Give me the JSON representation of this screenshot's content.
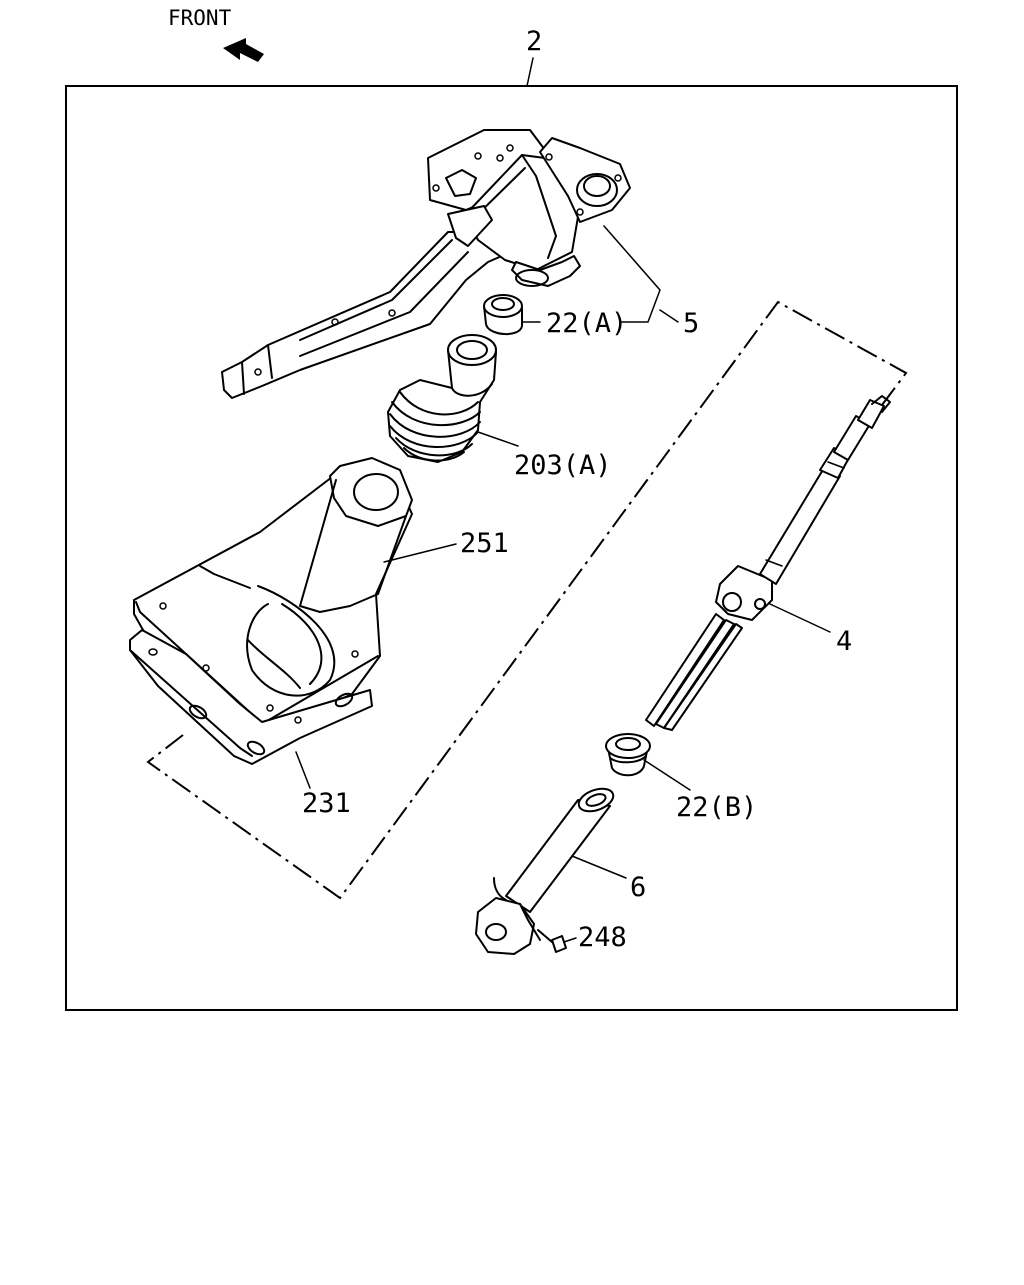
{
  "front_label": "FRONT",
  "callouts": {
    "c2": "2",
    "c5": "5",
    "c22a": "22(A)",
    "c203a": "203(A)",
    "c251": "251",
    "c4": "4",
    "c22b": "22(B)",
    "c231": "231",
    "c6": "6",
    "c248": "248"
  },
  "icons": {
    "front_arrow": "front-arrow-icon"
  }
}
